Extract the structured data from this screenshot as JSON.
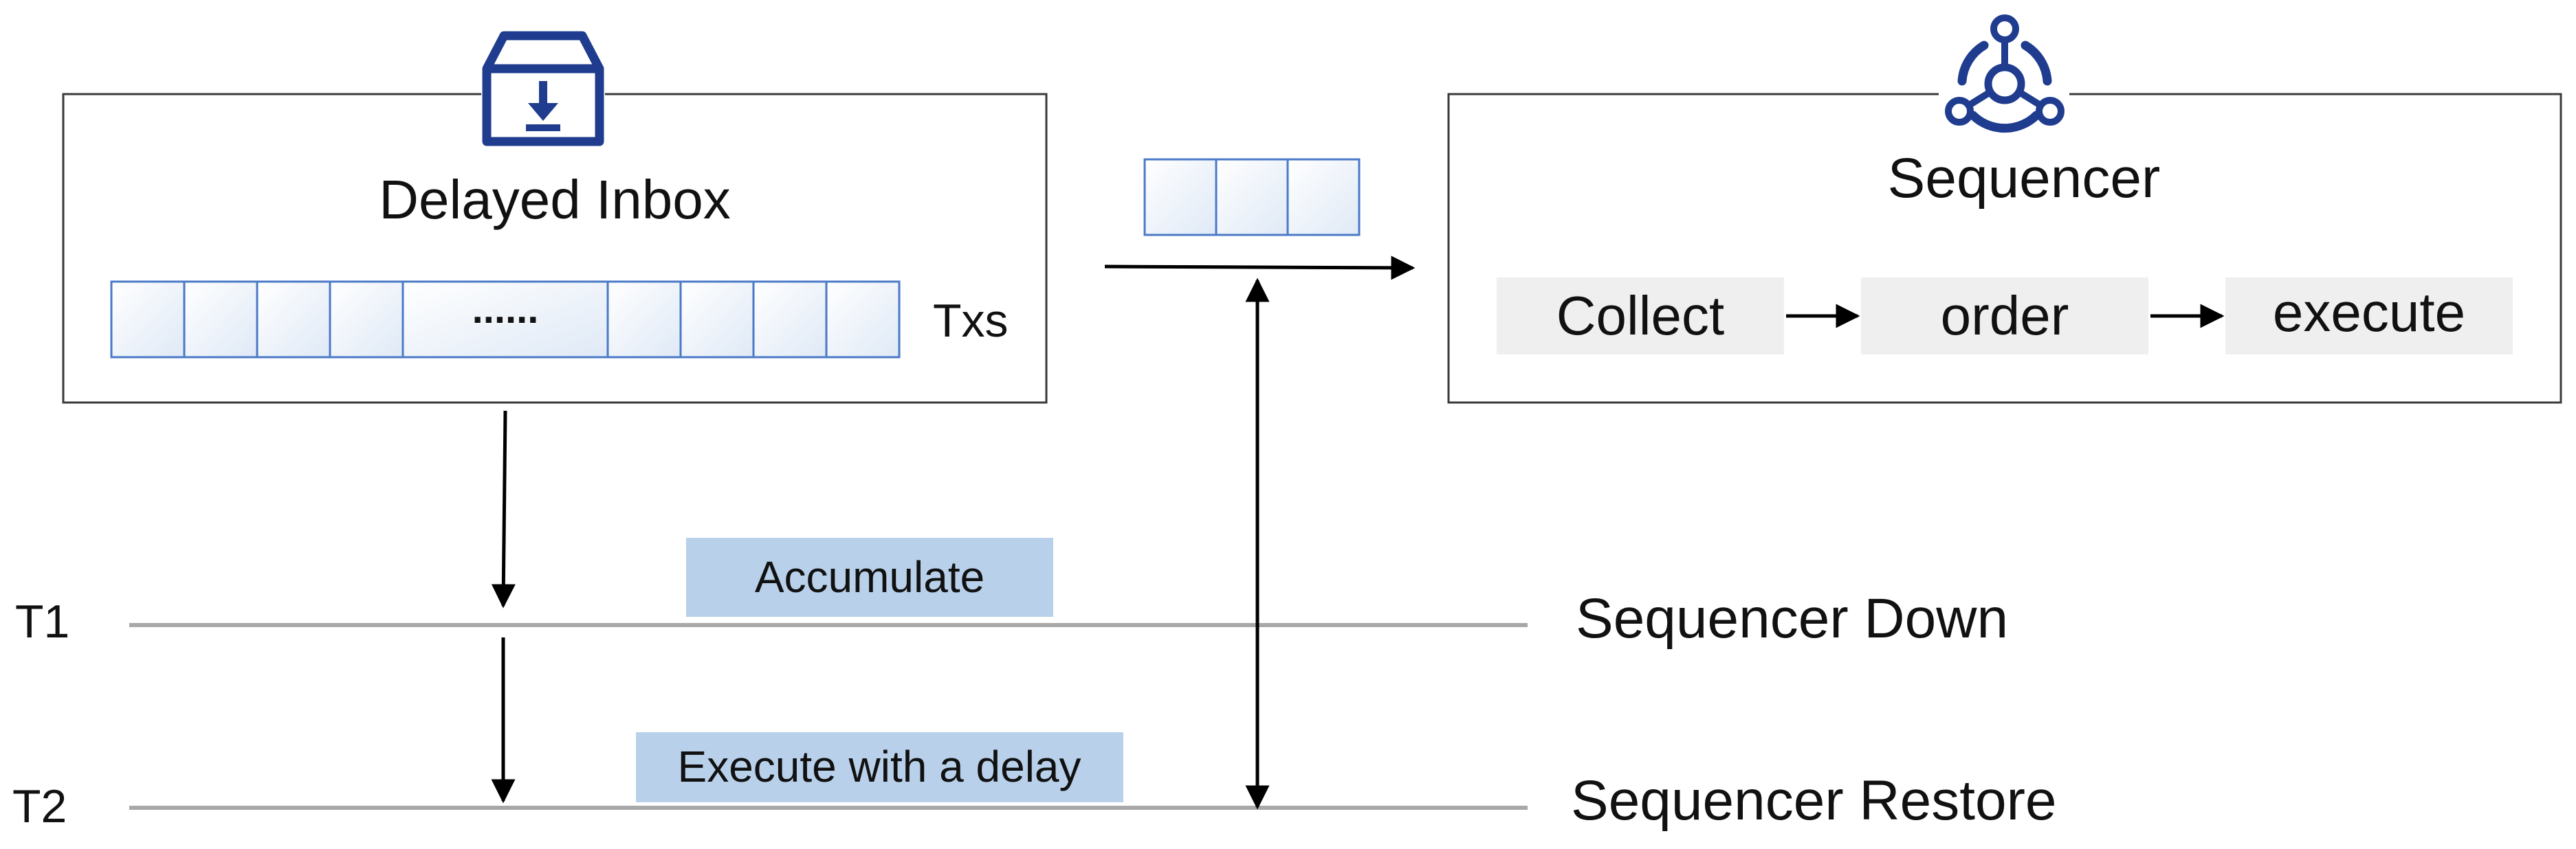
{
  "inbox": {
    "title": "Delayed Inbox",
    "queue_ellipsis": "......",
    "queue_label": "Txs",
    "icon": "inbox-download-icon"
  },
  "sequencer": {
    "title": "Sequencer",
    "icon": "hub-network-icon",
    "steps": [
      "Collect",
      "order",
      "execute"
    ]
  },
  "timeline": {
    "t1_label": "T1",
    "t2_label": "T2",
    "t1_event": "Sequencer Down",
    "t2_event": "Sequencer Restore",
    "phase1": "Accumulate",
    "phase2": "Execute with a delay"
  },
  "colors": {
    "icon_blue": "#1f3c8f",
    "cell_border": "#4a79c7",
    "phase_fill": "#b8d0ea",
    "step_fill": "#efefef",
    "timeline_line": "#a8a8a8"
  }
}
